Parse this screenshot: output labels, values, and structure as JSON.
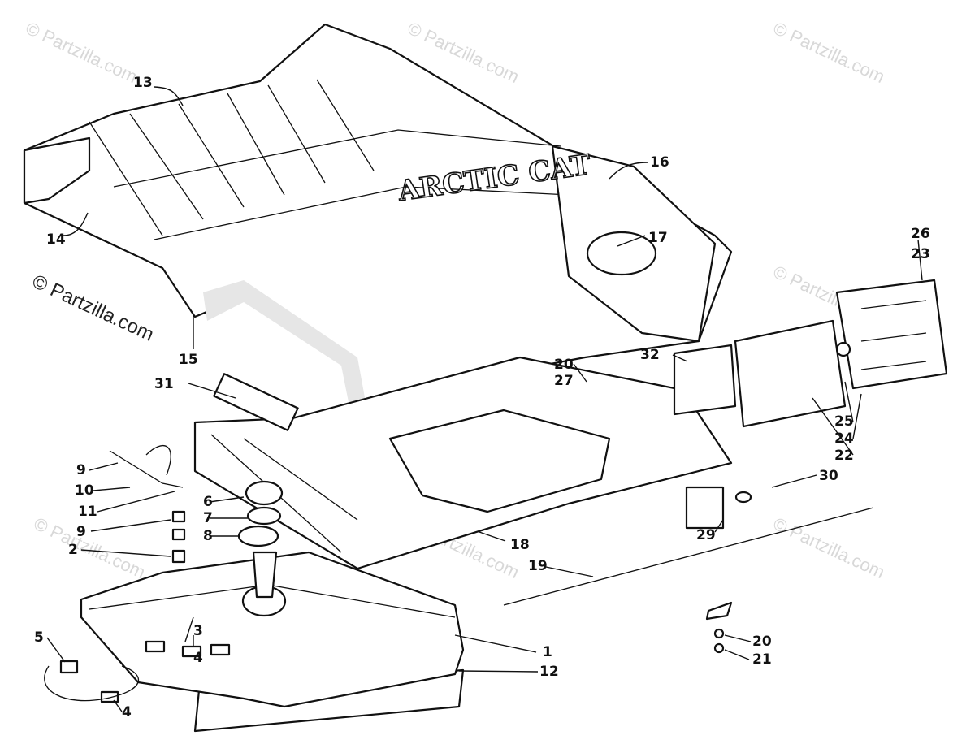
{
  "diagram": {
    "brand_text": "ARCTIC CAT",
    "watermark": "© Partzilla.com",
    "callouts": [
      "13",
      "14",
      "15",
      "16",
      "17",
      "31",
      "20",
      "27",
      "32",
      "26",
      "23",
      "25",
      "24",
      "22",
      "30",
      "29",
      "18",
      "19",
      "9",
      "10",
      "11",
      "9",
      "2",
      "6",
      "7",
      "8",
      "5",
      "3",
      "4",
      "4",
      "1",
      "12",
      "20",
      "21"
    ]
  }
}
